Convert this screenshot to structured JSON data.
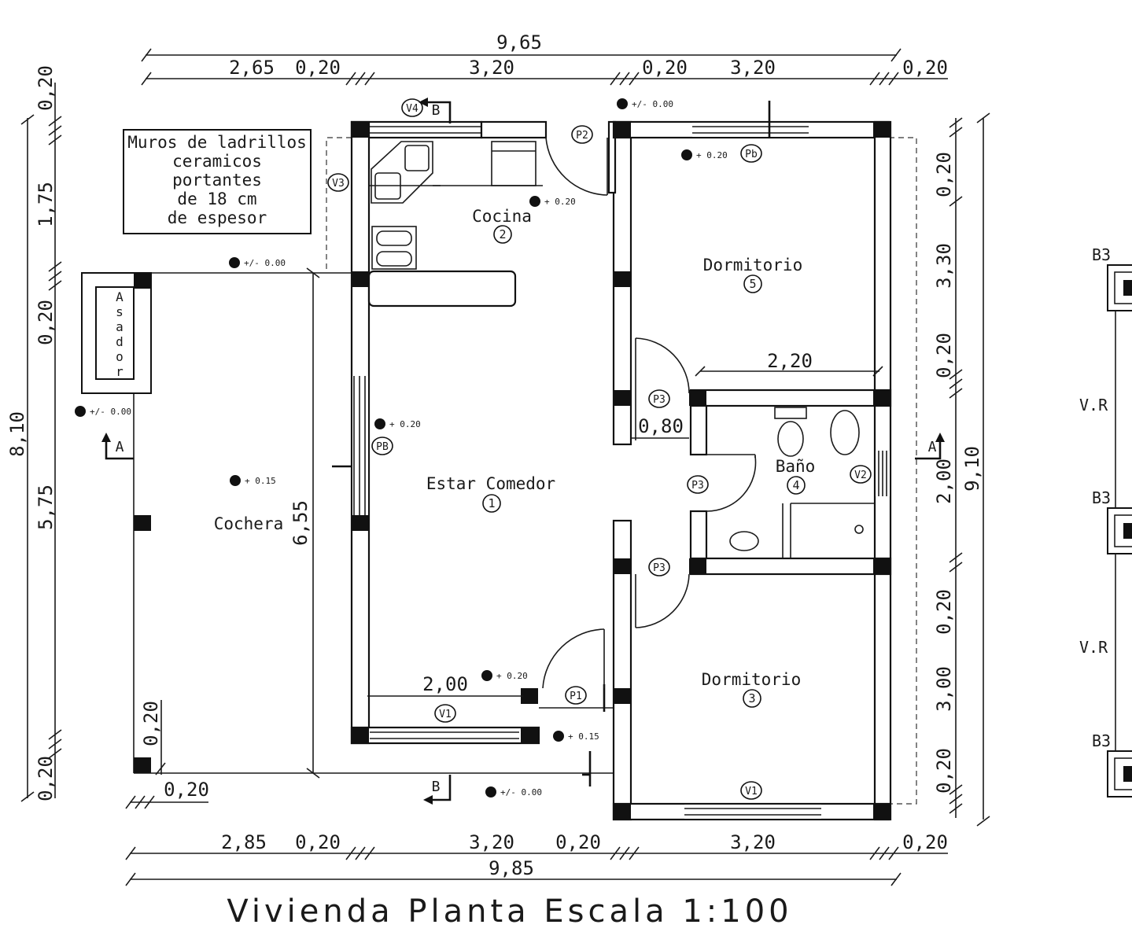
{
  "title": "Vivienda Planta Escala 1:100",
  "note": {
    "lines": [
      "Muros de ladrillos",
      "ceramicos",
      "portantes",
      "de 18 cm",
      "de espesor"
    ]
  },
  "rooms": {
    "cocina": {
      "name": "Cocina",
      "num": "2"
    },
    "estar": {
      "name": "Estar Comedor",
      "num": "1"
    },
    "dorm5": {
      "name": "Dormitorio",
      "num": "5"
    },
    "dorm3": {
      "name": "Dormitorio",
      "num": "3"
    },
    "bano": {
      "name": "Baño",
      "num": "4"
    },
    "cochera": {
      "name": "Cochera"
    },
    "asador": {
      "letters": [
        "A",
        "s",
        "a",
        "d",
        "o",
        "r"
      ]
    }
  },
  "dims_top": {
    "total": "9,65",
    "segments": [
      "2,65",
      "0,20",
      "3,20",
      "0,20",
      "3,20",
      "0,20"
    ]
  },
  "dims_bottom": {
    "total": "9,85",
    "segments": [
      "2,85",
      "0,20",
      "3,20",
      "0,20",
      "3,20",
      "0,20"
    ]
  },
  "dims_left": {
    "total": "8,10",
    "segments": [
      "0,20",
      "1,75",
      "0,20",
      "5,75",
      "0,20"
    ]
  },
  "dims_right": {
    "total": "9,10",
    "segments": [
      "0,20",
      "3,30",
      "0,20",
      "2,00",
      "0,20",
      "3,00",
      "0,20"
    ]
  },
  "dims_inner": {
    "bath_width": "2,20",
    "door_width": "0,80",
    "cochera_depth": "6,55",
    "window_v1": "2,00",
    "corner_v": "0,20",
    "corner_h": "0,20"
  },
  "openings": {
    "v4": "V4",
    "v3": "V3",
    "p2": "P2",
    "pb_top": "Pb",
    "pb_left": "PB",
    "p3_a": "P3",
    "p3_b": "P3",
    "p3_c": "P3",
    "v2": "V2",
    "p1": "P1",
    "v1_front": "V1",
    "v1_dorm": "V1"
  },
  "levels": {
    "l1": "+/- 0.00",
    "l2": "+ 0.20",
    "l3": "+ 0.20",
    "l4": "+/- 0.00",
    "l5": "+/- 0.00",
    "l6": "+ 0.20",
    "l7": "+ 0.15",
    "l8": "+ 0.20",
    "l9": "+ 0.15",
    "l10": "+/- 0.00"
  },
  "sections": {
    "a_left": "A",
    "a_right": "A",
    "b_top": "B",
    "b_bottom": "B"
  },
  "side_elevation": {
    "b3_1": "B3",
    "b3_2": "B3",
    "b3_3": "B3",
    "vr_1": "V.R",
    "vr_2": "V.R"
  }
}
